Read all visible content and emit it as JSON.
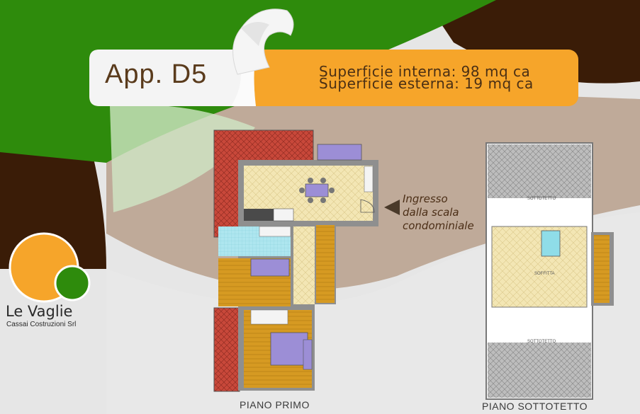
{
  "apartment": {
    "title": "App. D5",
    "surface_internal": "Superficie interna: 98 mq ca",
    "surface_external": "Superficie esterna: 19 mq ca"
  },
  "entrance_note": {
    "line1": "Ingresso",
    "line2": "dalla scala",
    "line3": "condominiale"
  },
  "brand": {
    "name": "Le Vaglie",
    "subtitle": "Cassai Costruzioni Srl"
  },
  "plans": {
    "first_floor_caption": "PIANO PRIMO",
    "attic_caption": "PIANO SOTTOTETTO",
    "attic_rooms": {
      "top": "SOTTOTETTO",
      "middle": "SOFFITTA",
      "bottom": "SOTTOTETTO"
    }
  },
  "colors": {
    "green": "#2e8b0c",
    "brown": "#3a1c07",
    "taupe": "#bfaa99",
    "orange": "#f6a52a",
    "light_grey": "#e6e6e6"
  }
}
